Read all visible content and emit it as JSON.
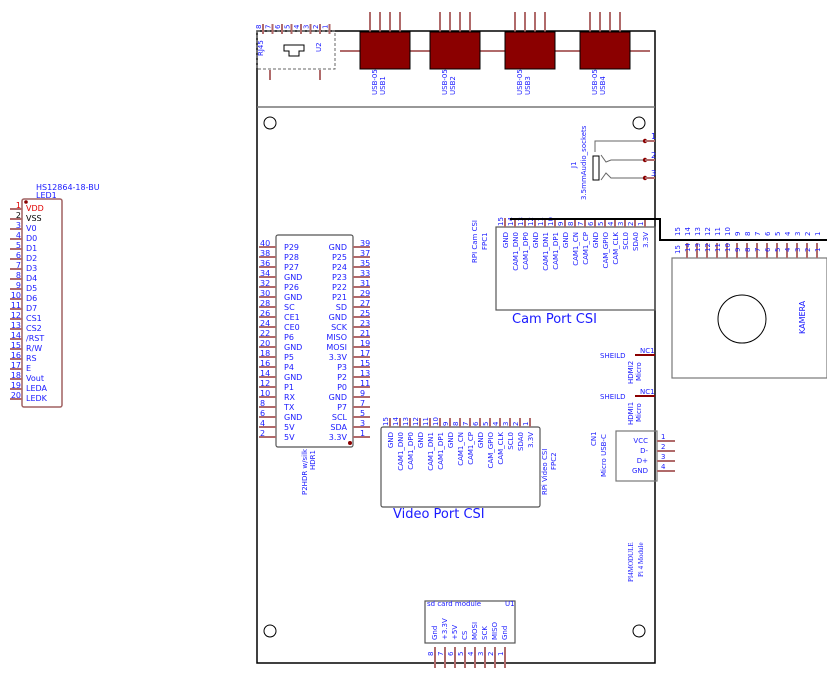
{
  "lcd": {
    "part": "HS12864-18-BU",
    "ref": "LED1",
    "pins": [
      {
        "num": "1",
        "name": "VDD"
      },
      {
        "num": "2",
        "name": "VSS"
      },
      {
        "num": "3",
        "name": "V0"
      },
      {
        "num": "4",
        "name": "D0"
      },
      {
        "num": "5",
        "name": "D1"
      },
      {
        "num": "6",
        "name": "D2"
      },
      {
        "num": "7",
        "name": "D3"
      },
      {
        "num": "8",
        "name": "D4"
      },
      {
        "num": "9",
        "name": "D5"
      },
      {
        "num": "10",
        "name": "D6"
      },
      {
        "num": "11",
        "name": "D7"
      },
      {
        "num": "12",
        "name": "CS1"
      },
      {
        "num": "13",
        "name": "CS2"
      },
      {
        "num": "14",
        "name": "/RST"
      },
      {
        "num": "15",
        "name": "R/W"
      },
      {
        "num": "16",
        "name": "RS"
      },
      {
        "num": "17",
        "name": "E"
      },
      {
        "num": "18",
        "name": "Vout"
      },
      {
        "num": "19",
        "name": "LEDA"
      },
      {
        "num": "20",
        "name": "LEDK"
      }
    ],
    "colors": {
      "vdd": "#e00000",
      "vss": "#000000"
    }
  },
  "rj45": {
    "ref": "U2",
    "type": "RJ45",
    "pins": [
      "8",
      "7",
      "6",
      "5",
      "4",
      "3",
      "2",
      "1"
    ]
  },
  "usb": [
    {
      "part": "USB-05",
      "ref": "USB1"
    },
    {
      "part": "USB-05",
      "ref": "USB2"
    },
    {
      "part": "USB-05",
      "ref": "USB3"
    },
    {
      "part": "USB-05",
      "ref": "USB4"
    }
  ],
  "usb_color": "#8b0000",
  "audio": {
    "ref": "J1",
    "part": "3.5mmAudio_sockets",
    "pins": [
      "1",
      "2",
      "3"
    ]
  },
  "header": {
    "part": "P2HDR w/silk",
    "ref": "HDR1",
    "left": [
      {
        "num": "40",
        "name": "P29"
      },
      {
        "num": "38",
        "name": "P28"
      },
      {
        "num": "36",
        "name": "P27"
      },
      {
        "num": "34",
        "name": "GND"
      },
      {
        "num": "32",
        "name": "P26"
      },
      {
        "num": "30",
        "name": "GND"
      },
      {
        "num": "28",
        "name": "SC"
      },
      {
        "num": "26",
        "name": "CE1"
      },
      {
        "num": "24",
        "name": "CE0"
      },
      {
        "num": "22",
        "name": "P6"
      },
      {
        "num": "20",
        "name": "GND"
      },
      {
        "num": "18",
        "name": "P5"
      },
      {
        "num": "16",
        "name": "P4"
      },
      {
        "num": "14",
        "name": "GND"
      },
      {
        "num": "12",
        "name": "P1"
      },
      {
        "num": "10",
        "name": "RX"
      },
      {
        "num": "8",
        "name": "TX"
      },
      {
        "num": "6",
        "name": "GND"
      },
      {
        "num": "4",
        "name": "5V"
      },
      {
        "num": "2",
        "name": "5V"
      }
    ],
    "right": [
      {
        "num": "39",
        "name": "GND"
      },
      {
        "num": "37",
        "name": "P25"
      },
      {
        "num": "35",
        "name": "P24"
      },
      {
        "num": "33",
        "name": "P23"
      },
      {
        "num": "31",
        "name": "P22"
      },
      {
        "num": "29",
        "name": "P21"
      },
      {
        "num": "27",
        "name": "SD"
      },
      {
        "num": "25",
        "name": "GND"
      },
      {
        "num": "23",
        "name": "SCK"
      },
      {
        "num": "21",
        "name": "MISO"
      },
      {
        "num": "19",
        "name": "MOSI"
      },
      {
        "num": "17",
        "name": "3.3V"
      },
      {
        "num": "15",
        "name": "P3"
      },
      {
        "num": "13",
        "name": "P2"
      },
      {
        "num": "11",
        "name": "P0"
      },
      {
        "num": "9",
        "name": "GND"
      },
      {
        "num": "7",
        "name": "P7"
      },
      {
        "num": "5",
        "name": "SCL"
      },
      {
        "num": "3",
        "name": "SDA"
      },
      {
        "num": "1",
        "name": "3.3V"
      }
    ]
  },
  "cam_csi": {
    "title": "Cam Port CSI",
    "part": "RPI Cam CSI",
    "ref": "FPC1",
    "pins": [
      {
        "num": "15",
        "name": "GND"
      },
      {
        "num": "14",
        "name": "CAM1_DN0"
      },
      {
        "num": "13",
        "name": "CAM1_DP0"
      },
      {
        "num": "12",
        "name": "GND"
      },
      {
        "num": "11",
        "name": "CAM1_DN1"
      },
      {
        "num": "10",
        "name": "CAM1_DP1"
      },
      {
        "num": "9",
        "name": "GND"
      },
      {
        "num": "8",
        "name": "CAM1_CN"
      },
      {
        "num": "7",
        "name": "CAM1_CP"
      },
      {
        "num": "6",
        "name": "GND"
      },
      {
        "num": "5",
        "name": "CAM_GPIO"
      },
      {
        "num": "4",
        "name": "CAM_CLK"
      },
      {
        "num": "3",
        "name": "SCL0"
      },
      {
        "num": "2",
        "name": "SDA0"
      },
      {
        "num": "1",
        "name": "3.3V"
      }
    ]
  },
  "video_csi": {
    "title": "Video Port CSI",
    "part": "RPi Video CSI",
    "ref": "FPC2",
    "pins": [
      {
        "num": "15",
        "name": "GND"
      },
      {
        "num": "14",
        "name": "CAM1_DN0"
      },
      {
        "num": "13",
        "name": "CAM1_DP0"
      },
      {
        "num": "12",
        "name": "GND"
      },
      {
        "num": "11",
        "name": "CAM1_DN1"
      },
      {
        "num": "10",
        "name": "CAM1_DP1"
      },
      {
        "num": "9",
        "name": "GND"
      },
      {
        "num": "8",
        "name": "CAM1_CN"
      },
      {
        "num": "7",
        "name": "CAM1_CP"
      },
      {
        "num": "6",
        "name": "GND"
      },
      {
        "num": "5",
        "name": "CAM_GPIO"
      },
      {
        "num": "4",
        "name": "CAM_CLK"
      },
      {
        "num": "3",
        "name": "SCL0"
      },
      {
        "num": "2",
        "name": "SDA0"
      },
      {
        "num": "1",
        "name": "3.3V"
      }
    ]
  },
  "kamera": {
    "label": "KAMERA",
    "pins": [
      "15",
      "14",
      "13",
      "12",
      "11",
      "10",
      "9",
      "8",
      "7",
      "6",
      "5",
      "4",
      "3",
      "2",
      "1"
    ]
  },
  "hdmi": [
    {
      "ref": "HDMI2",
      "part": "Micro",
      "pin": "SHEILD",
      "nc": "NC1"
    },
    {
      "ref": "HDMI1",
      "part": "Micro",
      "pin": "SHEILD",
      "nc": "NC1"
    }
  ],
  "usbc": {
    "ref": "CN1",
    "part": "Micro USB-C",
    "pins": [
      {
        "num": "1",
        "name": "VCC"
      },
      {
        "num": "2",
        "name": "D-"
      },
      {
        "num": "3",
        "name": "D+"
      },
      {
        "num": "4",
        "name": "GND"
      }
    ]
  },
  "sdcard": {
    "title": "sd card module",
    "ref": "U1",
    "pins": [
      {
        "num": "8",
        "name": "Gnd"
      },
      {
        "num": "7",
        "name": "+3.3V"
      },
      {
        "num": "6",
        "name": "+5V"
      },
      {
        "num": "5",
        "name": "CS"
      },
      {
        "num": "4",
        "name": "MOSI"
      },
      {
        "num": "3",
        "name": "SCK"
      },
      {
        "num": "2",
        "name": "MISO"
      },
      {
        "num": "1",
        "name": "Gnd"
      }
    ]
  },
  "pi4": {
    "ref": "PI4MODULE",
    "part": "Pi 4 Module"
  }
}
